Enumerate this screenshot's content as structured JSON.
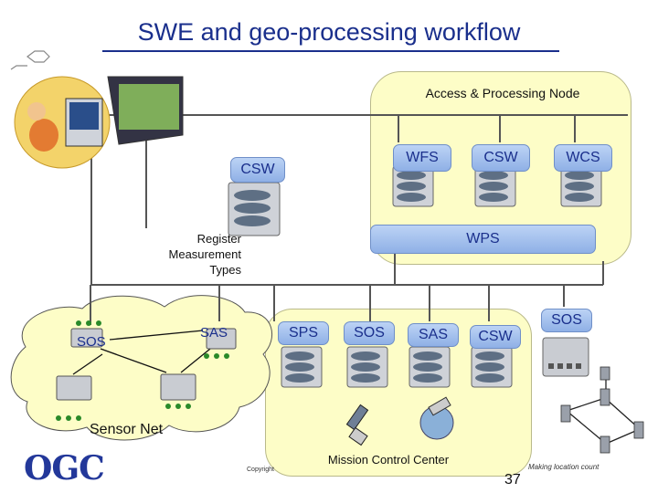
{
  "title": "SWE and geo-processing workflow",
  "access_node": {
    "label": "Access & Processing Node",
    "services": [
      "WFS",
      "CSW",
      "WCS"
    ],
    "wps": "WPS"
  },
  "catalog": {
    "label": "CSW"
  },
  "register_text": "Register\nMeasurement\nTypes",
  "sensor_net": {
    "label": "Sensor Net",
    "sos": "SOS",
    "sas": "SAS"
  },
  "mission_control": {
    "label": "Mission Control Center",
    "services": [
      "SPS",
      "SOS",
      "SAS",
      "CSW"
    ]
  },
  "remote_sos": "SOS",
  "footer": {
    "logo": "OGC",
    "copyright": "Copyright",
    "tagline": "Making location count",
    "page": "37"
  },
  "colors": {
    "title": "#1a2f8c",
    "panel": "#fdfdc7",
    "button": "#9fbdec",
    "cloud": "#fdfdc7"
  }
}
